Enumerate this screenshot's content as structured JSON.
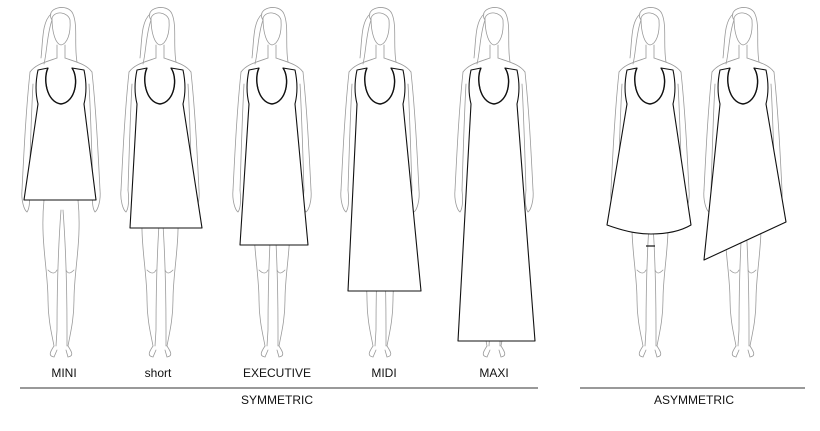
{
  "figures": [
    {
      "label": "MINI"
    },
    {
      "label": "short"
    },
    {
      "label": "EXECUTIVE"
    },
    {
      "label": "MIDI"
    },
    {
      "label": "MAXI"
    },
    {
      "label": ""
    },
    {
      "label": ""
    }
  ],
  "groups": [
    {
      "label": "SYMMETRIC"
    },
    {
      "label": "ASYMMETRIC"
    }
  ],
  "colors": {
    "body_outline": "#9a9a9a",
    "dress_outline": "#111111",
    "rule": "#333333"
  }
}
